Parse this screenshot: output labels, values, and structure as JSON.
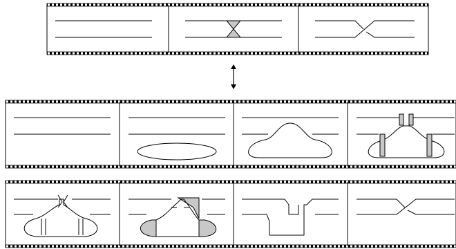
{
  "colors": {
    "ink": "#000000",
    "shade": "#c8c8c8",
    "paper": "#ffffff"
  },
  "rows": [
    {
      "id": "top-sequence",
      "frames": [
        "parallel-strands",
        "pinched-strands",
        "crossed-strands"
      ]
    },
    {
      "id": "middle-sequence",
      "frames": [
        "parallel-strands",
        "strands-with-loop",
        "loop-bulge",
        "bulge-with-bridges"
      ]
    },
    {
      "id": "bottom-sequence",
      "frames": [
        "bridged-loop",
        "shaded-bridged-loop",
        "stepped-strands",
        "crossed-strands"
      ]
    }
  ],
  "arrow": {
    "kind": "double-headed-vertical"
  }
}
